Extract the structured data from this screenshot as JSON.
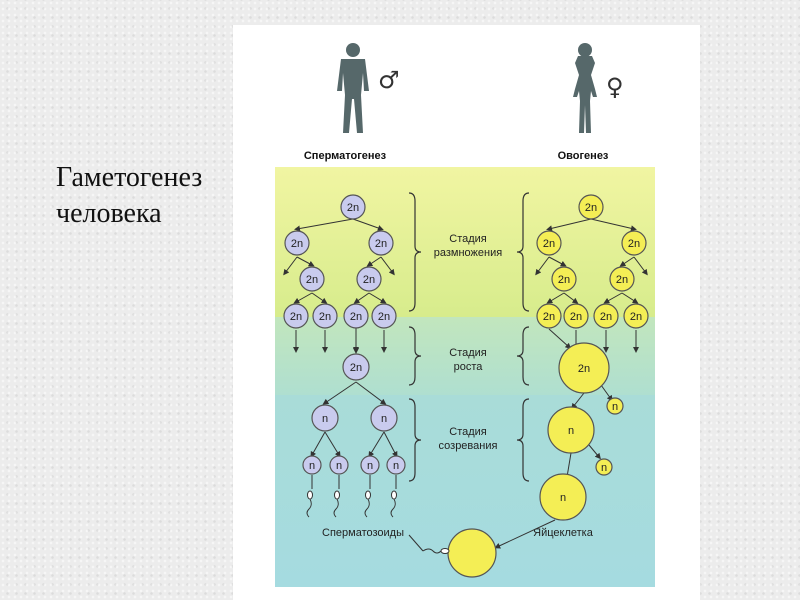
{
  "slide": {
    "title_line1": "Гаметогенез",
    "title_line2": "человека"
  },
  "diagram": {
    "male_symbol": "♂",
    "female_symbol": "♀",
    "header_left": "Сперматогенез",
    "header_right": "Овогенез",
    "stage_multiplication": [
      "Стадия",
      "размножения"
    ],
    "stage_growth": [
      "Стадия",
      "роста"
    ],
    "stage_maturation": [
      "Стадия",
      "созревания"
    ],
    "label_sperm": "Сперматозоиды",
    "label_egg": "Яйцеклетка",
    "diploid": "2n",
    "haploid": "n",
    "colors": {
      "male_cell": "#c9cbee",
      "female_cell": "#f4ee55",
      "band_multiplication": "#e7f08f",
      "band_growth": "#b8e2c8",
      "band_maturation": "#a9dcd8"
    }
  }
}
